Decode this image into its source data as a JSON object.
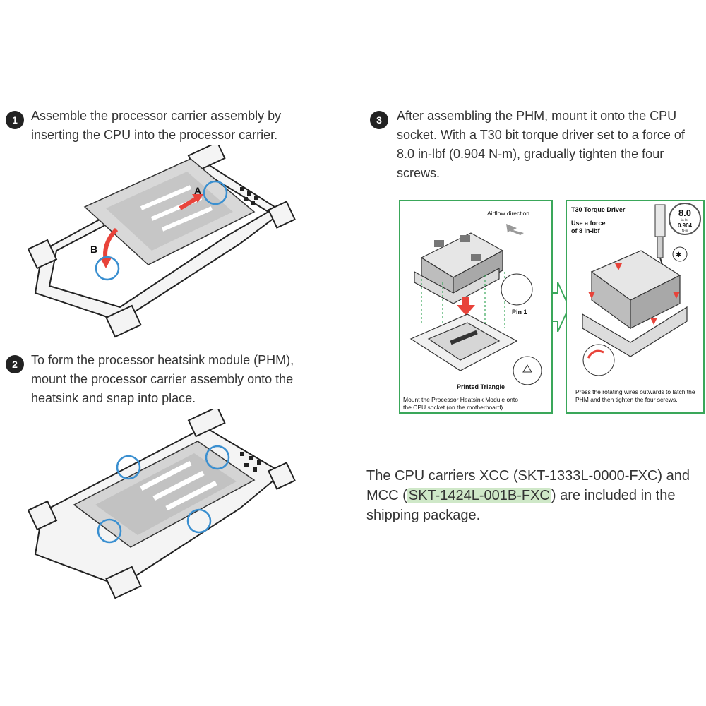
{
  "steps": [
    {
      "number": "1",
      "text": "Assemble the processor carrier assembly by inserting the CPU into the processor carrier."
    },
    {
      "number": "2",
      "text": "To form the processor heatsink module (PHM), mount the processor carrier assembly onto the heatsink and snap into place."
    },
    {
      "number": "3",
      "text": "After assembling the PHM, mount it onto the CPU socket. With a T30 bit torque driver set to a force of 8.0 in-lbf (0.904 N-m), gradually tighten the four screws."
    }
  ],
  "figure1": {
    "label_a": "A",
    "label_b": "B"
  },
  "panel_left": {
    "airflow": "Airflow direction",
    "pin1": "Pin 1",
    "printed_triangle": "Printed Triangle",
    "caption": "Mount the Processor Heatsink Module onto the CPU socket (on the motherboard)."
  },
  "panel_right": {
    "title": "T30 Torque Driver",
    "force_line1": "Use a force",
    "force_line2": "of 8 in-lbf",
    "gauge_value": "8.0",
    "gauge_unit": "in-lbf",
    "gauge_value2": "0.904",
    "gauge_unit2": "N-m",
    "caption": "Press the rotating wires outwards to latch the PHM and then tighten the four screws."
  },
  "note": {
    "before": "The CPU carriers XCC (SKT-1333L-0000-FXC) and MCC (",
    "highlight": "SKT-1424L-001B-FXC",
    "after": ") are included in the shipping package."
  },
  "colors": {
    "accent_green": "#3aa75a",
    "arrow_red": "#e8433a",
    "circle_blue": "#3a8fd0",
    "highlight": "#cfe8c8"
  }
}
